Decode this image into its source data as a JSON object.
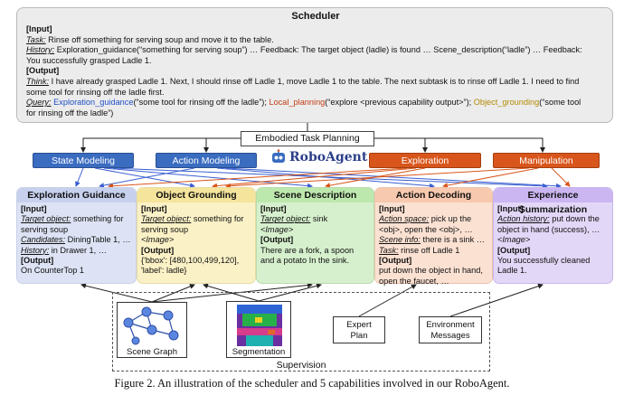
{
  "scheduler": {
    "title": "Scheduler",
    "input_label": "[Input]",
    "task_key": "Task:",
    "task_text": " Rinse off something for serving soup and move it to the table.",
    "history_key": "History:",
    "history_text_1": " Exploration_guidance(“something for serving soup”) … Feedback: The target object (ladle) is found … Scene_description(“ladle”) … Feedback:",
    "history_text_2": "You successfully grasped Ladle 1.",
    "output_label": "[Output]",
    "think_key": "Think:",
    "think_text_1": " I have already grasped Ladle 1. Next, I should rinse off Ladle 1, move Ladle 1 to the table. The next subtask is to rinse off Ladle 1. I need to find",
    "think_text_2": "some tool for rinsing off the ladle first.",
    "query_key": "Query:",
    "query_fn1": " Exploration_guidance",
    "query_arg1": "(“some tool for rinsing off the ladle”); ",
    "query_fn2": "Local_planning",
    "query_arg2": "(“explore <previous capability output>”); ",
    "query_fn3": "Object_grounding",
    "query_arg3": "(“some tool",
    "query_text_2": "for rinsing off the ladle”)"
  },
  "planning": {
    "label": "Embodied Task Planning",
    "brand": "RoboAgent"
  },
  "modules": [
    {
      "label": "State Modeling"
    },
    {
      "label": "Action Modeling"
    },
    {
      "label": "Exploration"
    },
    {
      "label": "Manipulation"
    }
  ],
  "capabilities": {
    "exploration_guidance": {
      "title": "Exploration Guidance",
      "input": "[Input]",
      "l1k": "Target object:",
      "l1v": " something for serving soup",
      "l2k": "Candidates:",
      "l2v": " DiningTable 1, …",
      "l3k": "History:",
      "l3v": " in Drawer 1, …",
      "output": "[Output]",
      "out": "On CounterTop 1"
    },
    "object_grounding": {
      "title": "Object Grounding",
      "input": "[Input]",
      "l1k": "Target object:",
      "l1v": " something for serving soup",
      "l2": "<Image>",
      "output": "[Output]",
      "out": "{'bbox': [480,100,499,120], 'label': ladle}"
    },
    "scene_description": {
      "title": "Scene Description",
      "input": "[Input]",
      "l1k": "Target object:",
      "l1v": " sink",
      "l2": "<Image>",
      "output": "[Output]",
      "out": "There are a fork, a spoon and a potato In the sink."
    },
    "action_decoding": {
      "title": "Action Decoding",
      "input": "[Input]",
      "l1k": "Action space:",
      "l1v": " pick up the <obj>, open the <obj>, …",
      "l2k": "Scene info:",
      "l2v": " there is a sink …",
      "l3k": "Task:",
      "l3v": " rinse off Ladle 1",
      "output": "[Output]",
      "out": "put down the object in hand, open the faucet, …"
    },
    "experience_summarization": {
      "title": "Experience Summarization",
      "input": "[Input]",
      "l1k": "Action history:",
      "l1v": " put down the object in hand (success), …",
      "l2": "<Image>",
      "output": "[Output]",
      "out": "You successfully cleaned Ladle 1."
    }
  },
  "supervision": {
    "label": "Supervision",
    "scene_graph": "Scene Graph",
    "segmentation": "Segmentation",
    "expert_plan_1": "Expert",
    "expert_plan_2": "Plan",
    "env_msg_1": "Environment",
    "env_msg_2": "Messages"
  },
  "colors": {
    "module_blue": "#3a6cc0",
    "module_orange": "#d8561c",
    "query_blue": "#1f4fc4",
    "query_red": "#c23b12",
    "query_gold": "#b48a00"
  },
  "caption": "Figure 2. An illustration of the scheduler and 5 capabilities involved in our RoboAgent."
}
